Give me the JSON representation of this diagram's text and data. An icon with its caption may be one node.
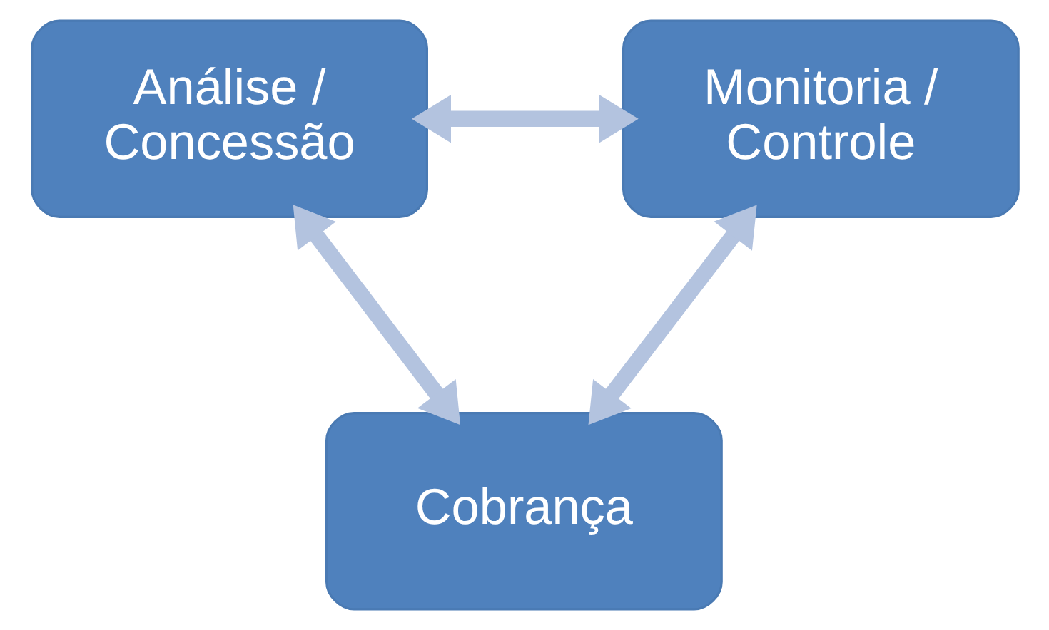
{
  "diagram": {
    "nodes": [
      {
        "text": [
          "Análise / Concessão"
        ]
      },
      {
        "text": [
          "Monitoria / Controle"
        ]
      },
      {
        "text": [
          "Cobrança"
        ]
      }
    ],
    "edges": [
      {
        "from": 0,
        "to": 1,
        "arrow": "both"
      },
      {
        "from": 0,
        "to": 2,
        "arrow": "both"
      },
      {
        "from": 1,
        "to": 2,
        "arrow": "both"
      }
    ]
  }
}
